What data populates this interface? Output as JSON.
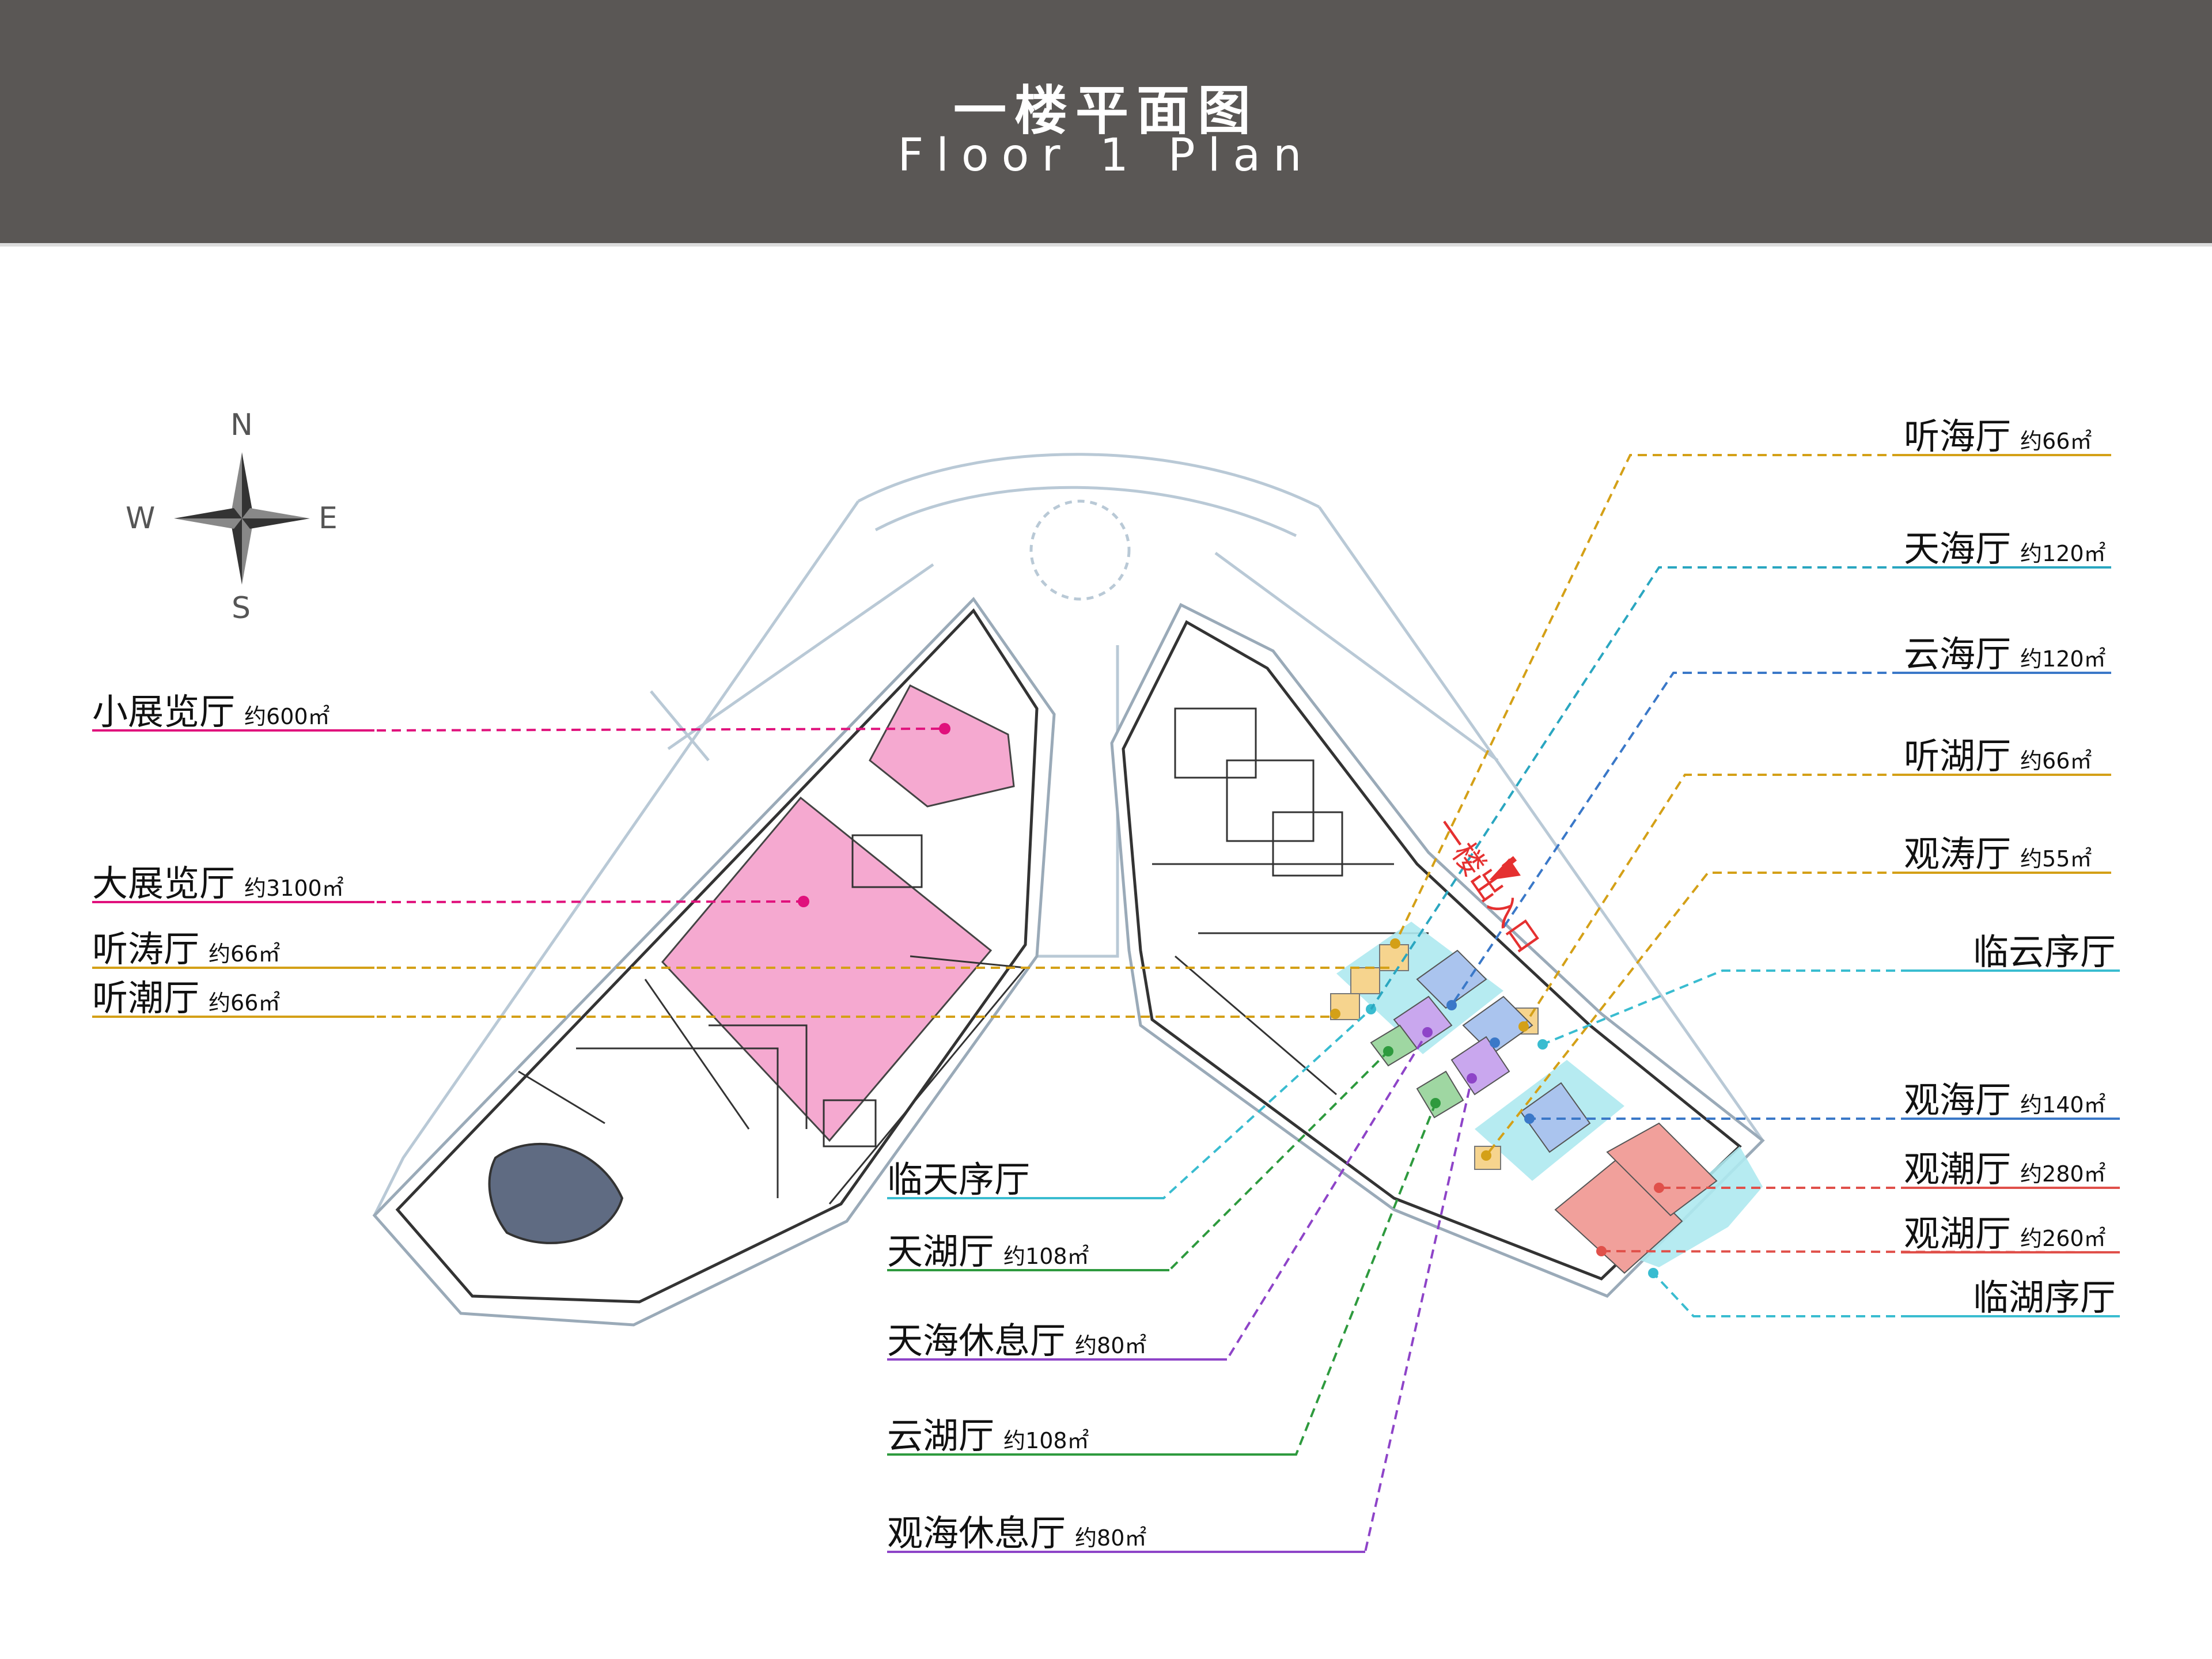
{
  "header": {
    "title_zh": "一楼平面图",
    "title_en": "Floor 1 Plan"
  },
  "compass": {
    "n": "N",
    "s": "S",
    "e": "E",
    "w": "W"
  },
  "entrance_label": "一楼出入口",
  "colors": {
    "pink": "#e0117c",
    "gold": "#d4a017",
    "teal": "#2aa6c0",
    "blue": "#3a78c8",
    "purple": "#8e44c8",
    "green": "#2e9a3e",
    "red": "#e0504a",
    "cyan": "#39bcd0"
  },
  "labels": {
    "left": [
      {
        "name": "小展览厅",
        "area": "约600㎡"
      },
      {
        "name": "大展览厅",
        "area": "约3100㎡"
      },
      {
        "name": "听涛厅",
        "area": "约66㎡"
      },
      {
        "name": "听潮厅",
        "area": "约66㎡"
      }
    ],
    "bottom": [
      {
        "name": "临天序厅",
        "area": ""
      },
      {
        "name": "天湖厅",
        "area": "约108㎡"
      },
      {
        "name": "天海休息厅",
        "area": "约80㎡"
      },
      {
        "name": "云湖厅",
        "area": "约108㎡"
      },
      {
        "name": "观海休息厅",
        "area": "约80㎡"
      }
    ],
    "right": [
      {
        "name": "听海厅",
        "area": "约66㎡"
      },
      {
        "name": "天海厅",
        "area": "约120㎡"
      },
      {
        "name": "云海厅",
        "area": "约120㎡"
      },
      {
        "name": "听湖厅",
        "area": "约66㎡"
      },
      {
        "name": "观涛厅",
        "area": "约55㎡"
      },
      {
        "name": "临云序厅",
        "area": ""
      },
      {
        "name": "观海厅",
        "area": "约140㎡"
      },
      {
        "name": "观潮厅",
        "area": "约280㎡"
      },
      {
        "name": "观湖厅",
        "area": "约260㎡"
      },
      {
        "name": "临湖序厅",
        "area": ""
      }
    ]
  }
}
